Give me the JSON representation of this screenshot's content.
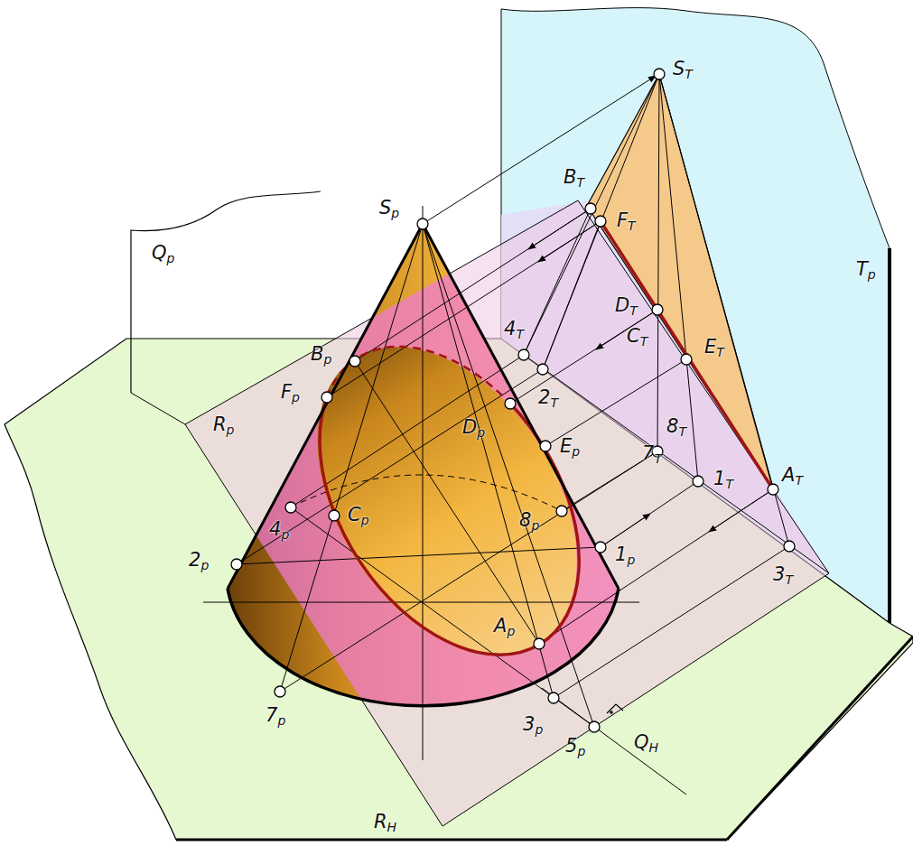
{
  "diagram": {
    "labels": [
      "ST",
      "BT",
      "FT",
      "DT",
      "CT",
      "ET",
      "4T",
      "2T",
      "8T",
      "7T",
      "1T",
      "AT",
      "3T",
      "Tp",
      "Qp",
      "Sp",
      "Bp",
      "Fp",
      "Rp",
      "Dp",
      "Ep",
      "4p",
      "Cp",
      "8p",
      "2p",
      "1p",
      "Ap",
      "7p",
      "3p",
      "5p",
      "QH",
      "RH"
    ]
  }
}
